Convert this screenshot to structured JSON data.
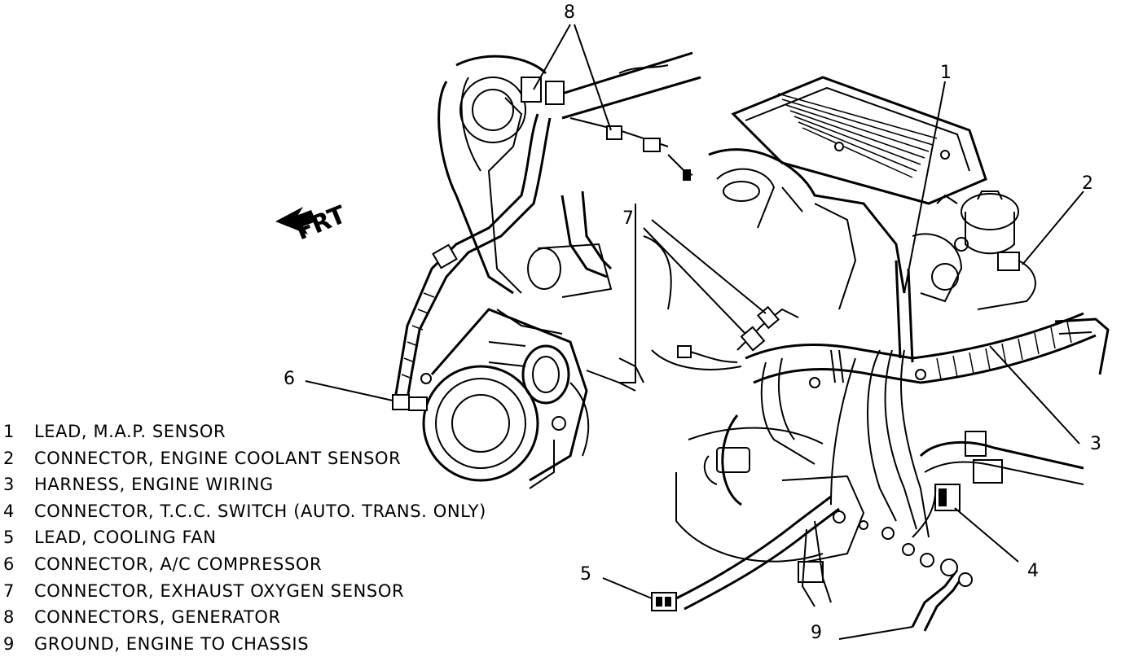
{
  "diagram": {
    "front_marker": "FRT",
    "legend": [
      {
        "num": "1",
        "text": "LEAD, M.A.P. SENSOR"
      },
      {
        "num": "2",
        "text": "CONNECTOR, ENGINE COOLANT SENSOR"
      },
      {
        "num": "3",
        "text": "HARNESS, ENGINE WIRING"
      },
      {
        "num": "4",
        "text": "CONNECTOR, T.C.C. SWITCH (AUTO. TRANS. ONLY)"
      },
      {
        "num": "5",
        "text": "LEAD, COOLING FAN"
      },
      {
        "num": "6",
        "text": "CONNECTOR, A/C COMPRESSOR"
      },
      {
        "num": "7",
        "text": "CONNECTOR, EXHAUST OXYGEN SENSOR"
      },
      {
        "num": "8",
        "text": "CONNECTORS, GENERATOR"
      },
      {
        "num": "9",
        "text": "GROUND, ENGINE TO CHASSIS"
      }
    ],
    "callouts": [
      {
        "key": "c1",
        "text": "1"
      },
      {
        "key": "c2",
        "text": "2"
      },
      {
        "key": "c3",
        "text": "3"
      },
      {
        "key": "c4",
        "text": "4"
      },
      {
        "key": "c5",
        "text": "5"
      },
      {
        "key": "c6",
        "text": "6"
      },
      {
        "key": "c7",
        "text": "7"
      },
      {
        "key": "c8",
        "text": "8"
      },
      {
        "key": "c9",
        "text": "9"
      }
    ]
  }
}
